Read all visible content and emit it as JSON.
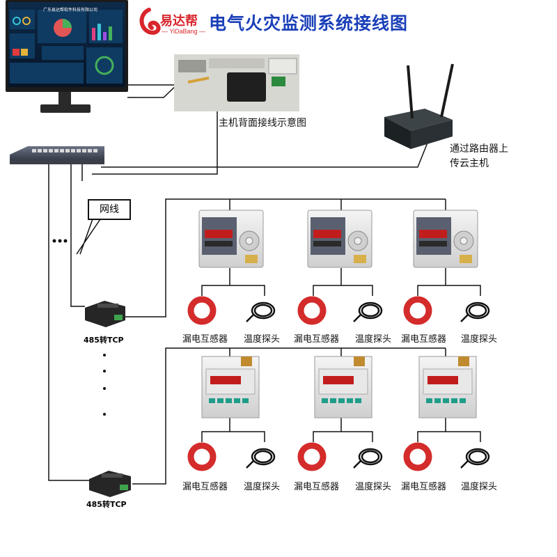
{
  "title": "电气火灾监测系统接线图",
  "logo": {
    "name": "易达帮",
    "sub": "— YiDaBang —",
    "accent": "#d8262c"
  },
  "colors": {
    "title": "#1a3fb8",
    "sensor_red": "#d42b2b",
    "line": "#111111"
  },
  "monitor": {
    "screen_title": "广东易达帮软件科技有限公司"
  },
  "back_panel": {
    "caption": "主机背面接线示意图"
  },
  "router": {
    "caption_line1": "通过路由器上",
    "caption_line2": "传云主机"
  },
  "network": {
    "label": "网线"
  },
  "converters": [
    {
      "label": "485转TCP"
    },
    {
      "label": "485转TCP"
    }
  ],
  "sensor_labels": {
    "leak": "漏电互感器",
    "temp": "温度探头"
  },
  "groups": [
    {
      "type": "keypad-monitor",
      "count": 3
    },
    {
      "type": "din-monitor",
      "count": 3
    }
  ]
}
